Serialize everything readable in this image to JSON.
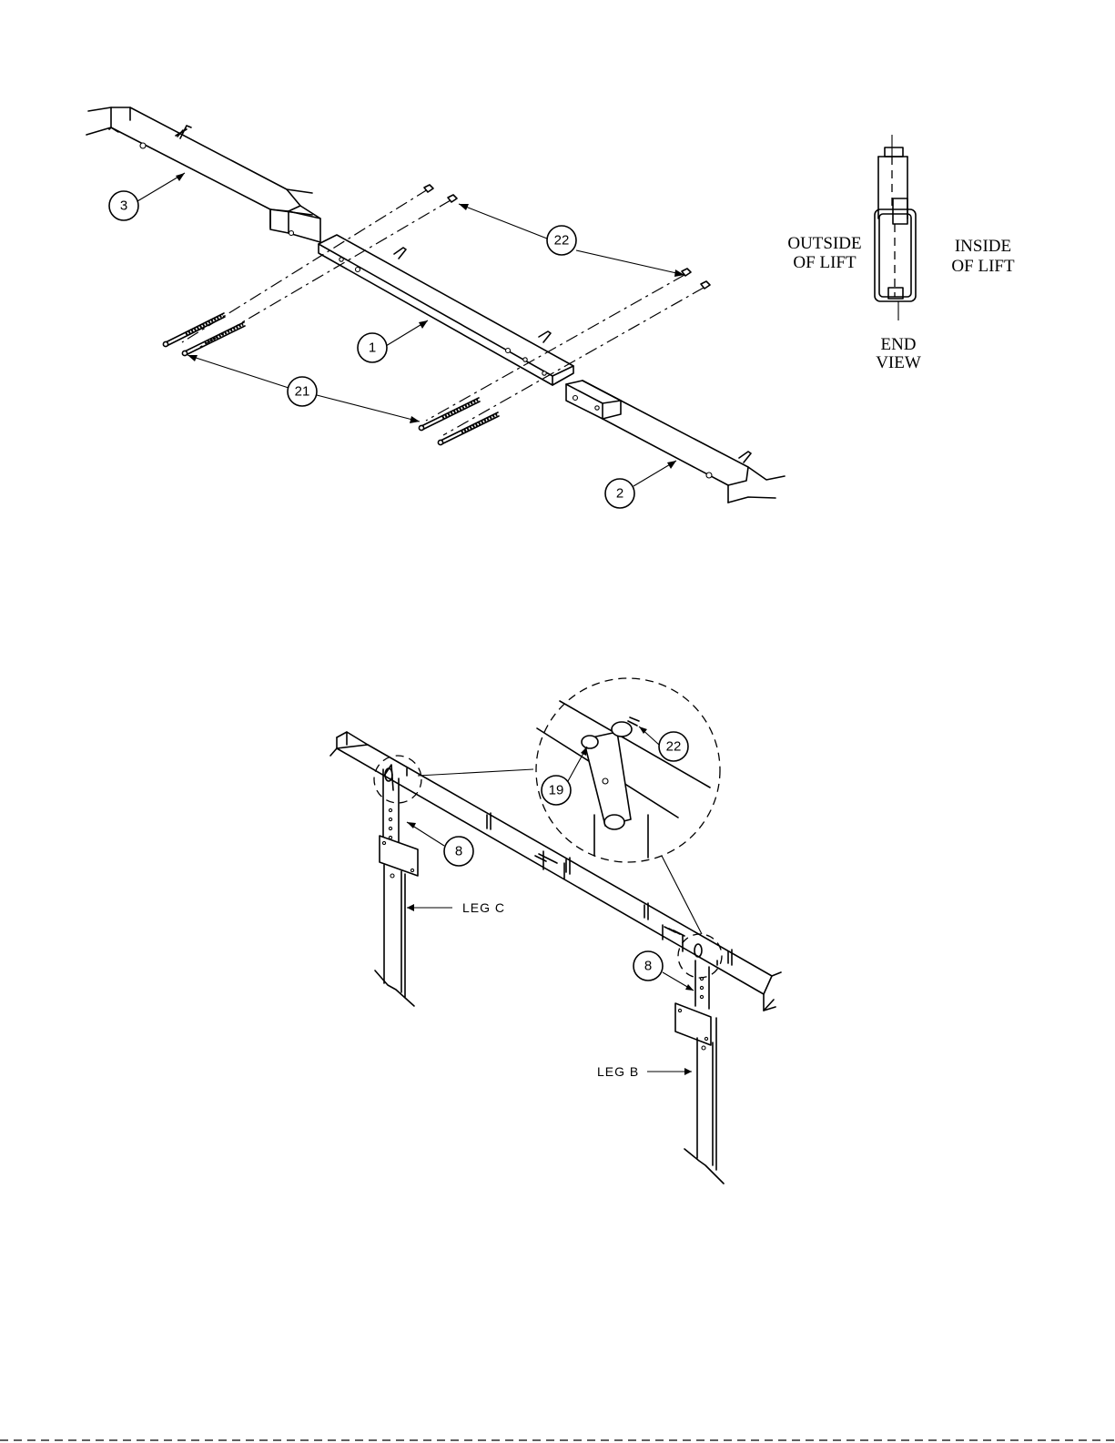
{
  "top_figure": {
    "callouts": {
      "c1": "1",
      "c2": "2",
      "c3": "3",
      "c21": "21",
      "c22": "22"
    },
    "end_view": {
      "outside_line1": "OUTSIDE",
      "outside_line2": "OF LIFT",
      "inside_line1": "INSIDE",
      "inside_line2": "OF LIFT",
      "caption_line1": "END",
      "caption_line2": "VIEW"
    }
  },
  "bottom_figure": {
    "callouts": {
      "c19": "19",
      "c22": "22",
      "c8_left": "8",
      "c8_right": "8"
    },
    "leg_c": "LEG C",
    "leg_b": "LEG B"
  }
}
